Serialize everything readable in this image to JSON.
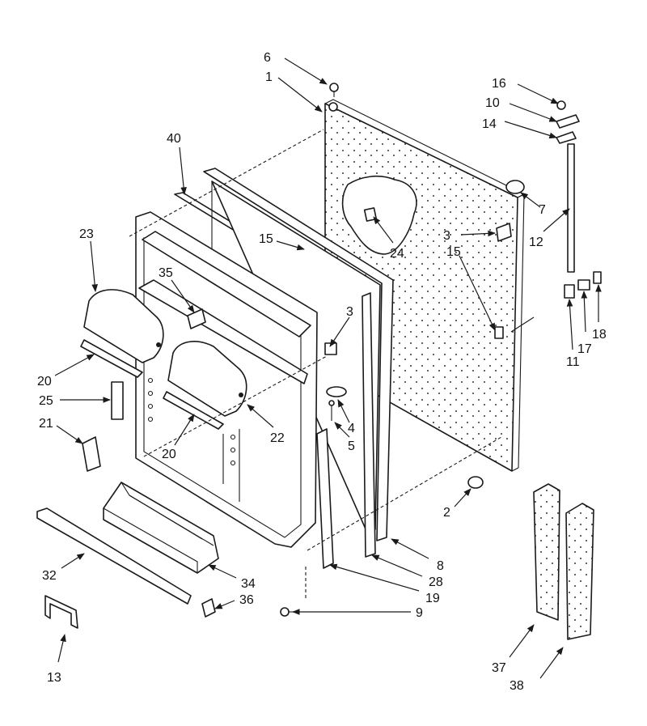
{
  "diagram": {
    "callouts": [
      {
        "id": "c6",
        "text": "6"
      },
      {
        "id": "c1",
        "text": "1"
      },
      {
        "id": "c16",
        "text": "16"
      },
      {
        "id": "c10",
        "text": "10"
      },
      {
        "id": "c14",
        "text": "14"
      },
      {
        "id": "c40",
        "text": "40"
      },
      {
        "id": "c7",
        "text": "7"
      },
      {
        "id": "c12",
        "text": "12"
      },
      {
        "id": "c23",
        "text": "23"
      },
      {
        "id": "c15a",
        "text": "15"
      },
      {
        "id": "c24",
        "text": "24"
      },
      {
        "id": "c3a",
        "text": "3"
      },
      {
        "id": "c15b",
        "text": "15"
      },
      {
        "id": "c35",
        "text": "35"
      },
      {
        "id": "c3b",
        "text": "3"
      },
      {
        "id": "c18",
        "text": "18"
      },
      {
        "id": "c17",
        "text": "17"
      },
      {
        "id": "c11",
        "text": "11"
      },
      {
        "id": "c20a",
        "text": "20"
      },
      {
        "id": "c25",
        "text": "25"
      },
      {
        "id": "c4",
        "text": "4"
      },
      {
        "id": "c21",
        "text": "21"
      },
      {
        "id": "c22",
        "text": "22"
      },
      {
        "id": "c5",
        "text": "5"
      },
      {
        "id": "c20b",
        "text": "20"
      },
      {
        "id": "c2",
        "text": "2"
      },
      {
        "id": "c8",
        "text": "8"
      },
      {
        "id": "c28",
        "text": "28"
      },
      {
        "id": "c32",
        "text": "32"
      },
      {
        "id": "c34",
        "text": "34"
      },
      {
        "id": "c19",
        "text": "19"
      },
      {
        "id": "c36",
        "text": "36"
      },
      {
        "id": "c9",
        "text": "9"
      },
      {
        "id": "c13",
        "text": "13"
      },
      {
        "id": "c37",
        "text": "37"
      },
      {
        "id": "c38",
        "text": "38"
      }
    ]
  }
}
